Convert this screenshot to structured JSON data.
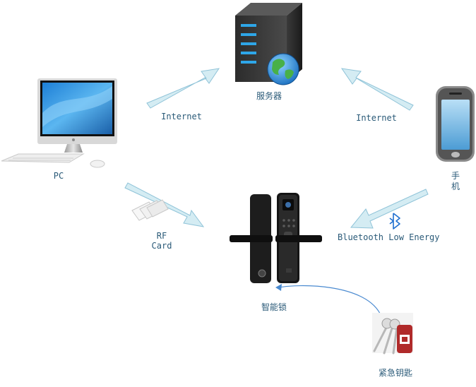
{
  "nodes": {
    "server": {
      "label": "服务器",
      "icon": "server-with-globe-icon"
    },
    "pc": {
      "label": "PC",
      "icon": "desktop-computer-icon"
    },
    "phone": {
      "label_line1": "手",
      "label_line2": "机",
      "icon": "mobile-phone-icon"
    },
    "lock": {
      "label": "智能锁",
      "icon": "smart-door-lock-icon"
    },
    "key": {
      "label": "紧急钥匙",
      "icon": "emergency-keys-icon"
    },
    "rfcard": {
      "icon": "rf-card-icon"
    }
  },
  "edges": {
    "pc_server": {
      "label": "Internet"
    },
    "phone_server": {
      "label": "Internet"
    },
    "pc_lock": {
      "label_line1": "RF",
      "label_line2": "Card"
    },
    "phone_lock": {
      "label": "Bluetooth Low Energy",
      "icon": "bluetooth-icon"
    },
    "key_lock": {}
  },
  "colors": {
    "arrow_fill": "#d4ecf3",
    "arrow_stroke": "#8fc3d8",
    "label_text": "#2a5a78",
    "connector": "#4a8ad0",
    "bluetooth": "#1e6fd0"
  }
}
